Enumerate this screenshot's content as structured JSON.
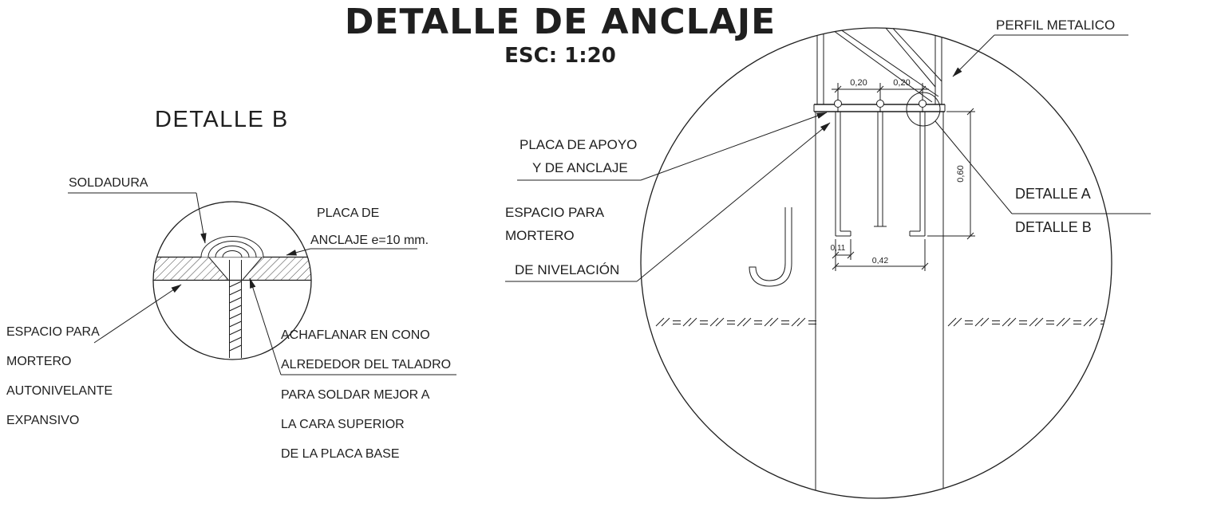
{
  "header": {
    "title": "DETALLE DE ANCLAJE",
    "scale": "ESC: 1:20"
  },
  "detail_b": {
    "title": "DETALLE B",
    "labels": {
      "soldadura": "SOLDADURA",
      "placa": [
        "PLACA DE",
        "ANCLAJE e=10 mm."
      ],
      "espacio": [
        "ESPACIO PARA",
        "MORTERO",
        "AUTONIVELANTE",
        "EXPANSIVO"
      ],
      "achaflanar": [
        "ACHAFLANAR EN CONO",
        "ALREDEDOR DEL TALADRO",
        "PARA SOLDAR MEJOR A",
        "LA CARA SUPERIOR",
        "DE LA PLACA BASE"
      ]
    }
  },
  "detail_main": {
    "labels": {
      "perfil_metalico": "PERFIL METALICO",
      "placa_apoyo": [
        "PLACA DE APOYO",
        "Y DE ANCLAJE"
      ],
      "espacio_mortero": [
        "ESPACIO PARA",
        "MORTERO"
      ],
      "nivelacion": "DE NIVELACIÓN",
      "detalle_a": "DETALLE A",
      "detalle_b": "DETALLE B"
    },
    "dimensions": {
      "top_left": "0,20",
      "top_right": "0,20",
      "right_vertical": "0,60",
      "bottom_inner": "0,11",
      "bottom_outer": "0,42"
    }
  },
  "colors": {
    "line": "#1f1f1f",
    "background": "#ffffff"
  }
}
